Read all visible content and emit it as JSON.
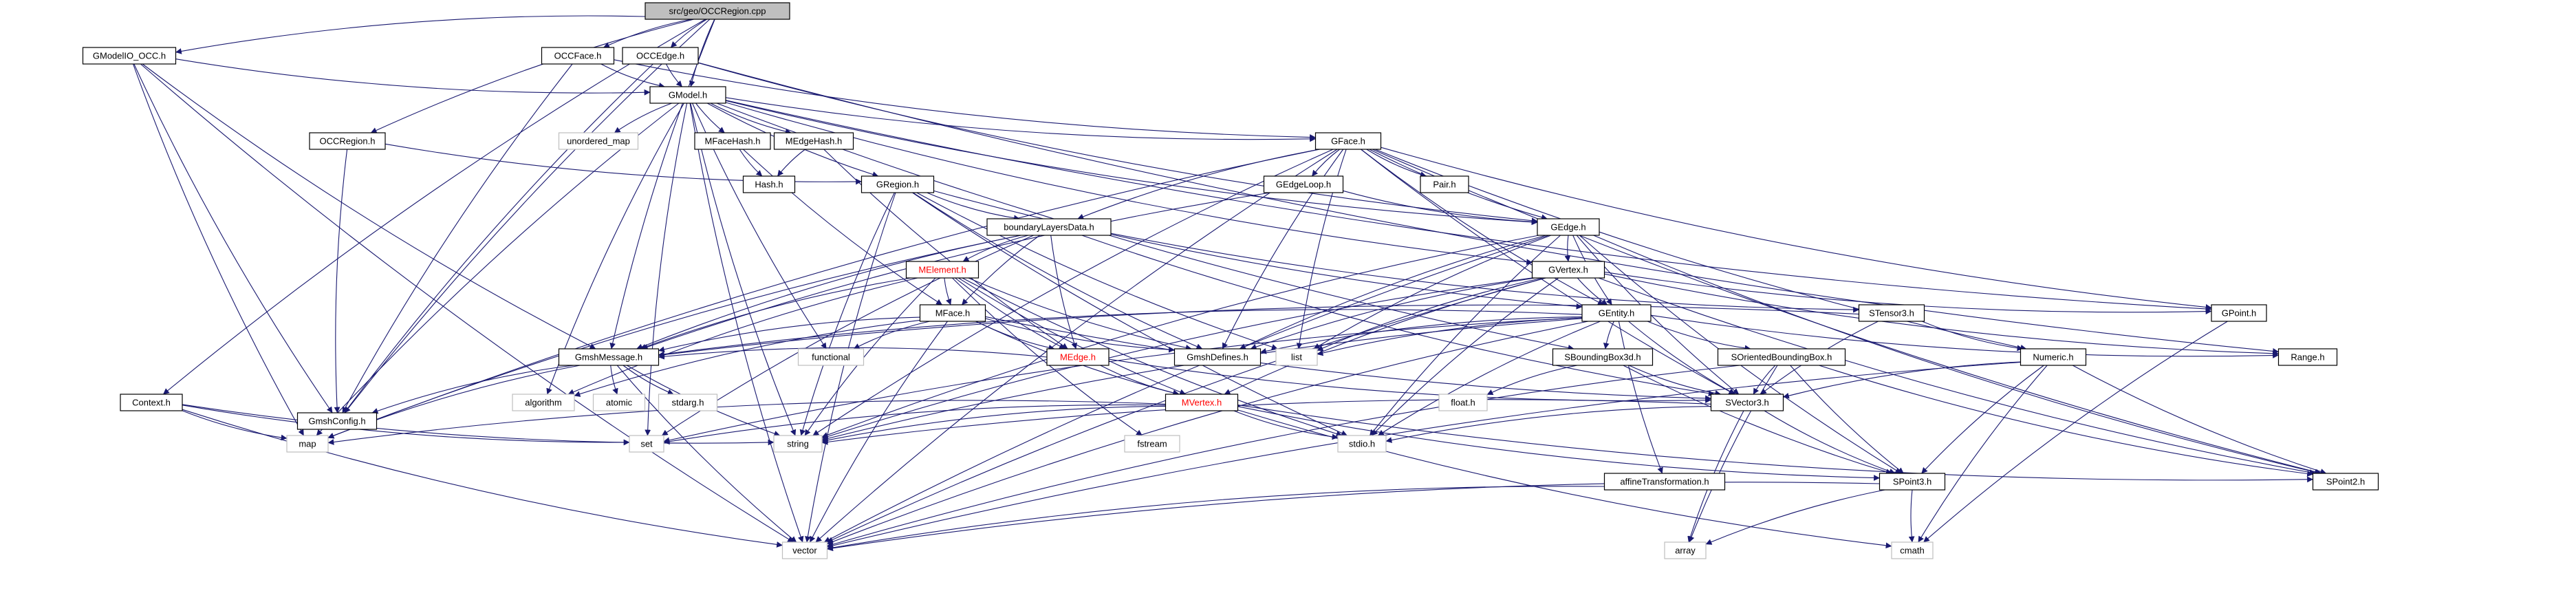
{
  "colors": {
    "background": "#ffffff",
    "edge": "#191970",
    "node_border": "#000000",
    "node_border_missing": "#bfbfbf",
    "root_fill": "#bfbfbf",
    "node_fill": "#ffffff",
    "highlight_text": "#ff0000"
  },
  "nodes": [
    {
      "id": "occregion_cpp",
      "label": "src/geo/OCCRegion.cpp",
      "style": "root"
    },
    {
      "id": "gmodelio_occ_h",
      "label": "GModelIO_OCC.h",
      "style": "normal"
    },
    {
      "id": "occface_h",
      "label": "OCCFace.h",
      "style": "normal"
    },
    {
      "id": "occedge_h",
      "label": "OCCEdge.h",
      "style": "normal"
    },
    {
      "id": "gmodel_h",
      "label": "GModel.h",
      "style": "normal"
    },
    {
      "id": "occregion_h",
      "label": "OCCRegion.h",
      "style": "normal"
    },
    {
      "id": "unordered_map",
      "label": "unordered_map",
      "style": "missing"
    },
    {
      "id": "mfacehash_h",
      "label": "MFaceHash.h",
      "style": "normal"
    },
    {
      "id": "medgehash_h",
      "label": "MEdgeHash.h",
      "style": "normal"
    },
    {
      "id": "gface_h",
      "label": "GFace.h",
      "style": "normal"
    },
    {
      "id": "hash_h",
      "label": "Hash.h",
      "style": "normal"
    },
    {
      "id": "gregion_h",
      "label": "GRegion.h",
      "style": "normal"
    },
    {
      "id": "gedgeloop_h",
      "label": "GEdgeLoop.h",
      "style": "normal"
    },
    {
      "id": "pair_h",
      "label": "Pair.h",
      "style": "normal"
    },
    {
      "id": "boundarylayersdata_h",
      "label": "boundaryLayersData.h",
      "style": "normal"
    },
    {
      "id": "gedge_h",
      "label": "GEdge.h",
      "style": "normal"
    },
    {
      "id": "melement_h",
      "label": "MElement.h",
      "style": "highlight"
    },
    {
      "id": "gvertex_h",
      "label": "GVertex.h",
      "style": "normal"
    },
    {
      "id": "mface_h",
      "label": "MFace.h",
      "style": "normal"
    },
    {
      "id": "gentity_h",
      "label": "GEntity.h",
      "style": "normal"
    },
    {
      "id": "stensor3_h",
      "label": "STensor3.h",
      "style": "normal"
    },
    {
      "id": "list",
      "label": "list",
      "style": "missing"
    },
    {
      "id": "functional",
      "label": "functional",
      "style": "missing"
    },
    {
      "id": "medge_h",
      "label": "MEdge.h",
      "style": "highlight"
    },
    {
      "id": "gmshdefines_h",
      "label": "GmshDefines.h",
      "style": "normal"
    },
    {
      "id": "gmshmessage_h",
      "label": "GmshMessage.h",
      "style": "normal"
    },
    {
      "id": "sboundingbox3d_h",
      "label": "SBoundingBox3d.h",
      "style": "normal"
    },
    {
      "id": "sorientedboundingbox_h",
      "label": "SOrientedBoundingBox.h",
      "style": "normal"
    },
    {
      "id": "numeric_h",
      "label": "Numeric.h",
      "style": "normal"
    },
    {
      "id": "gpoint_h",
      "label": "GPoint.h",
      "style": "normal"
    },
    {
      "id": "range_h",
      "label": "Range.h",
      "style": "normal"
    },
    {
      "id": "context_h",
      "label": "Context.h",
      "style": "normal"
    },
    {
      "id": "gmshconfig_h",
      "label": "GmshConfig.h",
      "style": "normal"
    },
    {
      "id": "algorithm",
      "label": "algorithm",
      "style": "missing"
    },
    {
      "id": "atomic",
      "label": "atomic",
      "style": "missing"
    },
    {
      "id": "stdarg_h",
      "label": "stdarg.h",
      "style": "missing"
    },
    {
      "id": "mvertex_h",
      "label": "MVertex.h",
      "style": "highlight"
    },
    {
      "id": "float_h",
      "label": "float.h",
      "style": "missing"
    },
    {
      "id": "svector3_h",
      "label": "SVector3.h",
      "style": "normal"
    },
    {
      "id": "map",
      "label": "map",
      "style": "missing"
    },
    {
      "id": "set",
      "label": "set",
      "style": "missing"
    },
    {
      "id": "string",
      "label": "string",
      "style": "missing"
    },
    {
      "id": "fstream",
      "label": "fstream",
      "style": "missing"
    },
    {
      "id": "stdio_h",
      "label": "stdio.h",
      "style": "missing"
    },
    {
      "id": "affinetransformation_h",
      "label": "affineTransformation.h",
      "style": "normal"
    },
    {
      "id": "spoint3_h",
      "label": "SPoint3.h",
      "style": "normal"
    },
    {
      "id": "spoint2_h",
      "label": "SPoint2.h",
      "style": "normal"
    },
    {
      "id": "vector",
      "label": "vector",
      "style": "missing"
    },
    {
      "id": "array",
      "label": "array",
      "style": "missing"
    },
    {
      "id": "cmath",
      "label": "cmath",
      "style": "missing"
    }
  ],
  "edges": [
    [
      "occregion_cpp",
      "gmodelio_occ_h"
    ],
    [
      "occregion_cpp",
      "occface_h"
    ],
    [
      "occregion_cpp",
      "occedge_h"
    ],
    [
      "occregion_cpp",
      "gmodel_h"
    ],
    [
      "occregion_cpp",
      "occregion_h"
    ],
    [
      "occregion_cpp",
      "gmshmessage_h"
    ],
    [
      "occregion_cpp",
      "context_h"
    ],
    [
      "occregion_cpp",
      "gmshconfig_h"
    ],
    [
      "gmodelio_occ_h",
      "gmodel_h"
    ],
    [
      "gmodelio_occ_h",
      "gmshconfig_h"
    ],
    [
      "gmodelio_occ_h",
      "gmshmessage_h"
    ],
    [
      "gmodelio_occ_h",
      "vector"
    ],
    [
      "gmodelio_occ_h",
      "map"
    ],
    [
      "occface_h",
      "gmodel_h"
    ],
    [
      "occface_h",
      "gface_h"
    ],
    [
      "occface_h",
      "gmshconfig_h"
    ],
    [
      "occedge_h",
      "gmodel_h"
    ],
    [
      "occedge_h",
      "gedge_h"
    ],
    [
      "occedge_h",
      "gmshconfig_h"
    ],
    [
      "occedge_h",
      "range_h"
    ],
    [
      "gmodel_h",
      "unordered_map"
    ],
    [
      "gmodel_h",
      "mfacehash_h"
    ],
    [
      "gmodel_h",
      "medgehash_h"
    ],
    [
      "gmodel_h",
      "gface_h"
    ],
    [
      "gmodel_h",
      "gregion_h"
    ],
    [
      "gmodel_h",
      "gvertex_h"
    ],
    [
      "gmodel_h",
      "gedge_h"
    ],
    [
      "gmodel_h",
      "sboundingbox3d_h"
    ],
    [
      "gmodel_h",
      "algorithm"
    ],
    [
      "gmodel_h",
      "functional"
    ],
    [
      "gmodel_h",
      "map"
    ],
    [
      "gmodel_h",
      "set"
    ],
    [
      "gmodel_h",
      "string"
    ],
    [
      "gmodel_h",
      "vector"
    ],
    [
      "gmodel_h",
      "gpoint_h"
    ],
    [
      "occregion_h",
      "gregion_h"
    ],
    [
      "occregion_h",
      "gmshconfig_h"
    ],
    [
      "mfacehash_h",
      "hash_h"
    ],
    [
      "mfacehash_h",
      "mface_h"
    ],
    [
      "medgehash_h",
      "hash_h"
    ],
    [
      "medgehash_h",
      "medge_h"
    ],
    [
      "gface_h",
      "gedgeloop_h"
    ],
    [
      "gface_h",
      "pair_h"
    ],
    [
      "gface_h",
      "gentity_h"
    ],
    [
      "gface_h",
      "gpoint_h"
    ],
    [
      "gface_h",
      "spoint2_h"
    ],
    [
      "gface_h",
      "svector3_h"
    ],
    [
      "gface_h",
      "numeric_h"
    ],
    [
      "gface_h",
      "boundarylayersdata_h"
    ],
    [
      "gface_h",
      "gmshdefines_h"
    ],
    [
      "gface_h",
      "list"
    ],
    [
      "gface_h",
      "string"
    ],
    [
      "gface_h",
      "vector"
    ],
    [
      "gface_h",
      "map"
    ],
    [
      "gface_h",
      "gedge_h"
    ],
    [
      "gregion_h",
      "boundarylayersdata_h"
    ],
    [
      "gregion_h",
      "gentity_h"
    ],
    [
      "gregion_h",
      "list"
    ],
    [
      "gregion_h",
      "string"
    ],
    [
      "gregion_h",
      "vector"
    ],
    [
      "gregion_h",
      "stdio_h"
    ],
    [
      "gregion_h",
      "gmshdefines_h"
    ],
    [
      "gedgeloop_h",
      "gedge_h"
    ],
    [
      "gedgeloop_h",
      "gmshmessage_h"
    ],
    [
      "boundarylayersdata_h",
      "melement_h"
    ],
    [
      "boundarylayersdata_h",
      "mface_h"
    ],
    [
      "boundarylayersdata_h",
      "medge_h"
    ],
    [
      "boundarylayersdata_h",
      "stensor3_h"
    ],
    [
      "boundarylayersdata_h",
      "svector3_h"
    ],
    [
      "boundarylayersdata_h",
      "gmshmessage_h"
    ],
    [
      "boundarylayersdata_h",
      "map"
    ],
    [
      "boundarylayersdata_h",
      "set"
    ],
    [
      "gedge_h",
      "gvertex_h"
    ],
    [
      "gedge_h",
      "gentity_h"
    ],
    [
      "gedge_h",
      "spoint3_h"
    ],
    [
      "gedge_h",
      "spoint2_h"
    ],
    [
      "gedge_h",
      "svector3_h"
    ],
    [
      "gedge_h",
      "gmshdefines_h"
    ],
    [
      "gedge_h",
      "string"
    ],
    [
      "gedge_h",
      "vector"
    ],
    [
      "gedge_h",
      "stdio_h"
    ],
    [
      "gedge_h",
      "list"
    ],
    [
      "melement_h",
      "mface_h"
    ],
    [
      "melement_h",
      "medge_h"
    ],
    [
      "melement_h",
      "mvertex_h"
    ],
    [
      "melement_h",
      "gmshmessage_h"
    ],
    [
      "melement_h",
      "gmshdefines_h"
    ],
    [
      "melement_h",
      "string"
    ],
    [
      "melement_h",
      "fstream"
    ],
    [
      "melement_h",
      "stdio_h"
    ],
    [
      "melement_h",
      "algorithm"
    ],
    [
      "gvertex_h",
      "gentity_h"
    ],
    [
      "gvertex_h",
      "gpoint_h"
    ],
    [
      "gvertex_h",
      "spoint2_h"
    ],
    [
      "gvertex_h",
      "range_h"
    ],
    [
      "gvertex_h",
      "list"
    ],
    [
      "gvertex_h",
      "string"
    ],
    [
      "gvertex_h",
      "stdio_h"
    ],
    [
      "gvertex_h",
      "gmshdefines_h"
    ],
    [
      "gvertex_h",
      "mvertex_h"
    ],
    [
      "gvertex_h",
      "vector"
    ],
    [
      "mface_h",
      "medge_h"
    ],
    [
      "mface_h",
      "mvertex_h"
    ],
    [
      "mface_h",
      "svector3_h"
    ],
    [
      "mface_h",
      "gmshmessage_h"
    ],
    [
      "mface_h",
      "functional"
    ],
    [
      "mface_h",
      "vector"
    ],
    [
      "mface_h",
      "algorithm"
    ],
    [
      "mface_h",
      "gmshdefines_h"
    ],
    [
      "gentity_h",
      "sboundingbox3d_h"
    ],
    [
      "gentity_h",
      "sorientedboundingbox_h"
    ],
    [
      "gentity_h",
      "svector3_h"
    ],
    [
      "gentity_h",
      "gmshdefines_h"
    ],
    [
      "gentity_h",
      "list"
    ],
    [
      "gentity_h",
      "string"
    ],
    [
      "gentity_h",
      "vector"
    ],
    [
      "gentity_h",
      "set"
    ],
    [
      "gentity_h",
      "stdio_h"
    ],
    [
      "gentity_h",
      "affinetransformation_h"
    ],
    [
      "gentity_h",
      "gmshmessage_h"
    ],
    [
      "gentity_h",
      "range_h"
    ],
    [
      "stensor3_h",
      "svector3_h"
    ],
    [
      "stensor3_h",
      "numeric_h"
    ],
    [
      "stensor3_h",
      "gmshmessage_h"
    ],
    [
      "medge_h",
      "mvertex_h"
    ],
    [
      "medge_h",
      "svector3_h"
    ],
    [
      "medge_h",
      "gmshmessage_h"
    ],
    [
      "gmshmessage_h",
      "map"
    ],
    [
      "gmshmessage_h",
      "vector"
    ],
    [
      "gmshmessage_h",
      "string"
    ],
    [
      "gmshmessage_h",
      "stdarg_h"
    ],
    [
      "gmshmessage_h",
      "atomic"
    ],
    [
      "gmshmessage_h",
      "gmshconfig_h"
    ],
    [
      "sboundingbox3d_h",
      "float_h"
    ],
    [
      "sboundingbox3d_h",
      "spoint3_h"
    ],
    [
      "sboundingbox3d_h",
      "svector3_h"
    ],
    [
      "sorientedboundingbox_h",
      "spoint3_h"
    ],
    [
      "sorientedboundingbox_h",
      "svector3_h"
    ],
    [
      "sorientedboundingbox_h",
      "spoint2_h"
    ],
    [
      "sorientedboundingbox_h",
      "vector"
    ],
    [
      "sorientedboundingbox_h",
      "array"
    ],
    [
      "numeric_h",
      "svector3_h"
    ],
    [
      "numeric_h",
      "spoint3_h"
    ],
    [
      "numeric_h",
      "spoint2_h"
    ],
    [
      "numeric_h",
      "vector"
    ],
    [
      "numeric_h",
      "cmath"
    ],
    [
      "gpoint_h",
      "cmath"
    ],
    [
      "context_h",
      "map"
    ],
    [
      "context_h",
      "set"
    ],
    [
      "context_h",
      "string"
    ],
    [
      "context_h",
      "vector"
    ],
    [
      "mvertex_h",
      "spoint2_h"
    ],
    [
      "mvertex_h",
      "spoint3_h"
    ],
    [
      "mvertex_h",
      "set"
    ],
    [
      "mvertex_h",
      "map"
    ],
    [
      "mvertex_h",
      "string"
    ],
    [
      "mvertex_h",
      "stdio_h"
    ],
    [
      "mvertex_h",
      "cmath"
    ],
    [
      "svector3_h",
      "spoint3_h"
    ],
    [
      "svector3_h",
      "string"
    ],
    [
      "svector3_h",
      "stdio_h"
    ],
    [
      "svector3_h",
      "array"
    ],
    [
      "affinetransformation_h",
      "vector"
    ],
    [
      "spoint3_h",
      "cmath"
    ],
    [
      "spoint3_h",
      "array"
    ],
    [
      "spoint3_h",
      "vector"
    ]
  ]
}
